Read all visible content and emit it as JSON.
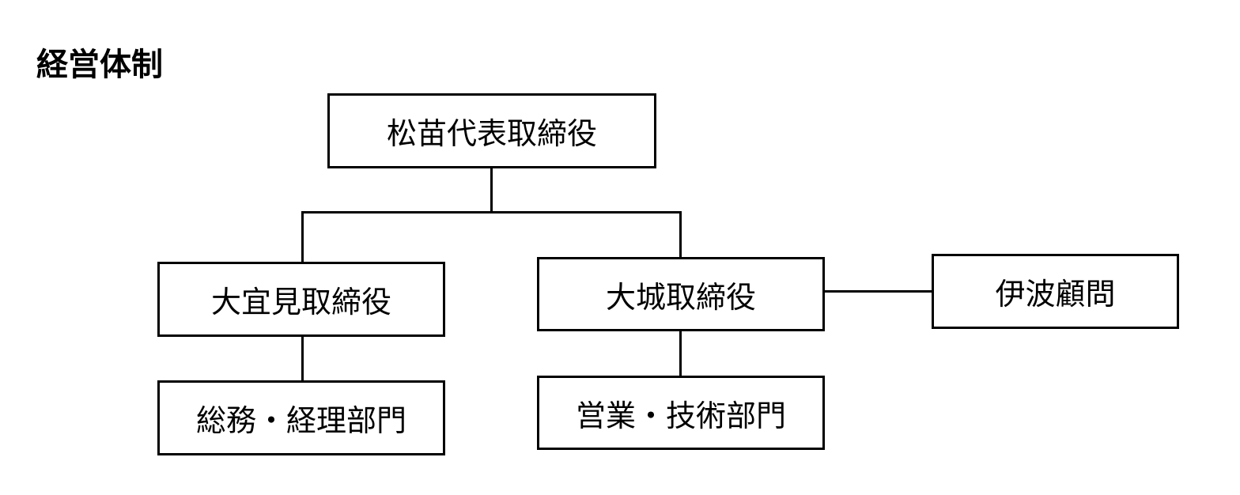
{
  "title": "経営体制",
  "org_chart": {
    "president": "松苗代表取締役",
    "directors": [
      {
        "label": "大宜見取締役",
        "department": "総務・経理部門"
      },
      {
        "label": "大城取締役",
        "department": "営業・技術部門",
        "advisor": "伊波顧問"
      }
    ]
  }
}
